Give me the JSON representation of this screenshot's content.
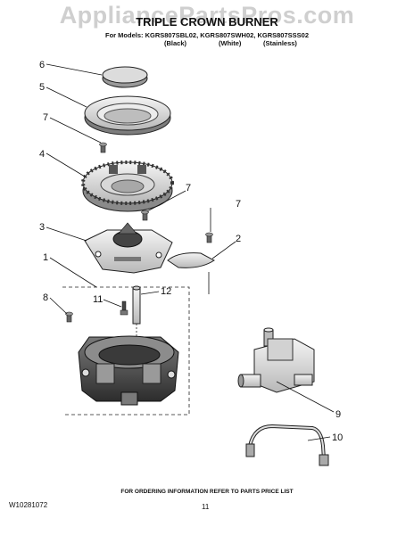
{
  "watermark": "AppliancePartsPros.com",
  "header": {
    "title": "TRIPLE CROWN BURNER",
    "models_line": "For Models: KGRS807SBL02, KGRS807SWH02, KGRS807SSS02",
    "variant_black": "(Black)",
    "variant_white": "(White)",
    "variant_stainless": "(Stainless)"
  },
  "callouts": {
    "c1": "1",
    "c2": "2",
    "c3": "3",
    "c4": "4",
    "c5": "5",
    "c6": "6",
    "c7a": "7",
    "c7b": "7",
    "c7c": "7",
    "c8": "8",
    "c9": "9",
    "c10": "10",
    "c11": "11",
    "c12": "12"
  },
  "footer": {
    "note": "FOR ORDERING INFORMATION REFER TO PARTS PRICE LIST",
    "doc_number": "W10281072",
    "page_number": "11"
  }
}
